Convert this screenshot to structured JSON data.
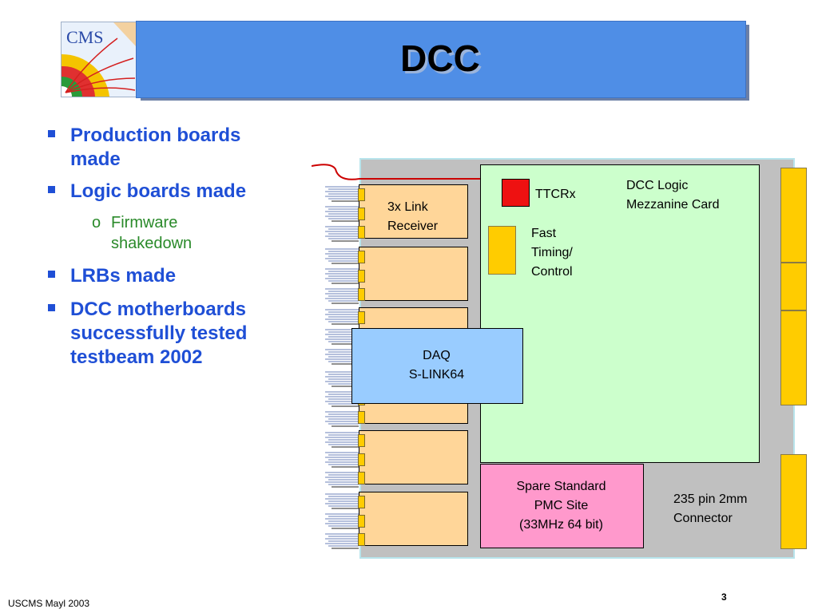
{
  "header": {
    "logo_text": "CMS",
    "title": "DCC"
  },
  "bullets": [
    "Production boards made",
    "Logic boards made",
    "LRBs made",
    "DCC motherboards successfully tested testbeam 2002"
  ],
  "subbullets": [
    {
      "marker": "o",
      "text": "Firmware shakedown"
    }
  ],
  "diagram": {
    "link_receiver": "3x Link\nReceiver",
    "ttcrx": "TTCRx",
    "mezzanine": "DCC Logic\nMezzanine Card",
    "fast_timing": "Fast\nTiming/\nControl",
    "daq": "DAQ\nS-LINK64",
    "pmc": "Spare Standard\nPMC Site\n(33MHz 64 bit)",
    "connector": "235 pin 2mm\nConnector"
  },
  "colors": {
    "title_bar": "#4f8ee6",
    "bullet_text": "#1f4fd6",
    "sub_bullet_text": "#2a8a2a",
    "board": "#c0c0c0",
    "mezzanine": "#ccffcc",
    "link_receiver": "#ffd699",
    "daq": "#99ccff",
    "pmc": "#ff99cc",
    "ttcrx": "#ee1111",
    "connector": "#ffcc00"
  },
  "footer": {
    "left": "USCMS Mayl 2003",
    "page": "3"
  }
}
